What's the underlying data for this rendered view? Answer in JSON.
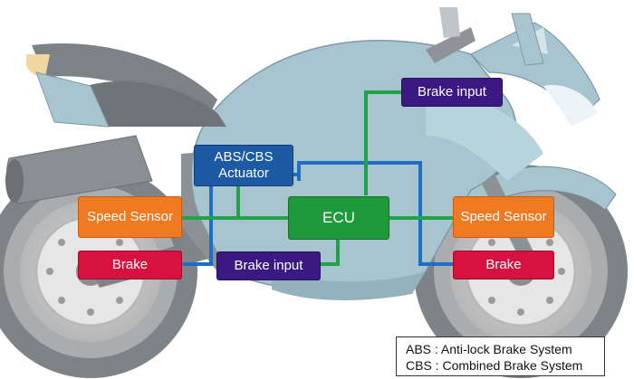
{
  "diagram": {
    "components": {
      "abs_cbs_actuator": {
        "line1": "ABS/CBS",
        "line2": "Actuator"
      },
      "ecu": {
        "label": "ECU"
      },
      "speed_sensor_rear": {
        "label": "Speed Sensor"
      },
      "speed_sensor_front": {
        "label": "Speed Sensor"
      },
      "brake_rear": {
        "label": "Brake"
      },
      "brake_front": {
        "label": "Brake"
      },
      "brake_input_top": {
        "label": "Brake input"
      },
      "brake_input_bottom": {
        "label": "Brake input"
      }
    },
    "legend": [
      {
        "text": "ABS : Anti-lock Brake System"
      },
      {
        "text": "CBS : Combined Brake System"
      }
    ],
    "colors": {
      "signal_line": "#22a34a",
      "hydraulic_line": "#1e6fc4",
      "actuator": "#1d5aa6",
      "ecu": "#1f9a3a",
      "speed_sensor": "#f07a22",
      "brake": "#d8123f",
      "brake_input": "#3a1a82",
      "bike_body": "#a8c5cf",
      "frame": "#8a8f93"
    }
  }
}
